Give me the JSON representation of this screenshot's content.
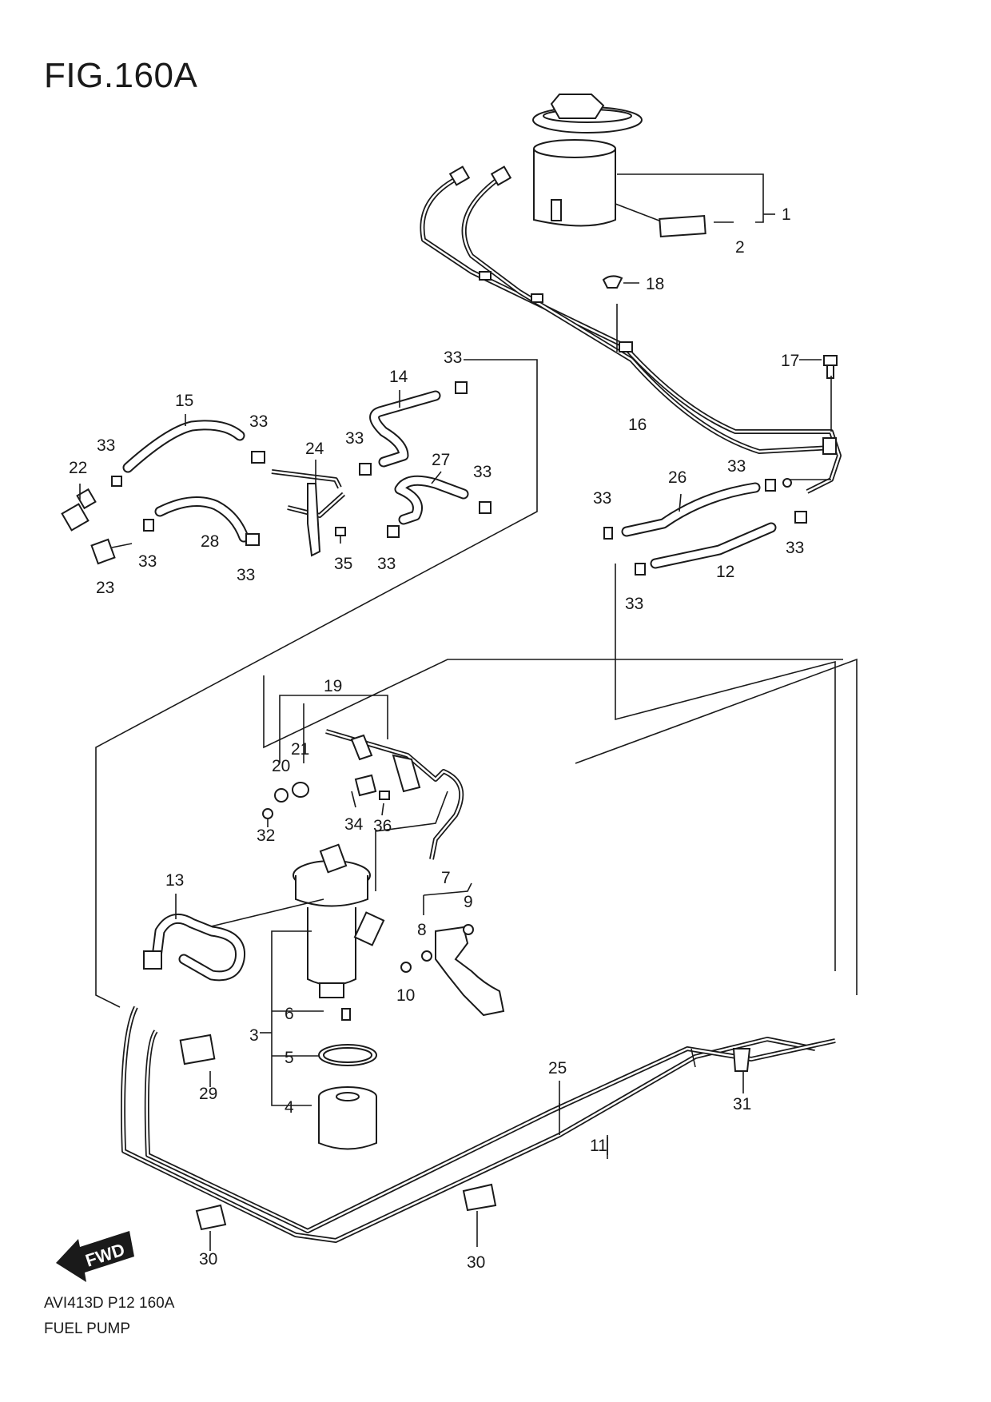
{
  "figure_title": "FIG.160A",
  "footer": {
    "code": "AVI413D P12 160A",
    "name": "FUEL PUMP"
  },
  "fwd_label": "FWD",
  "callouts": [
    {
      "id": "c1",
      "text": "1"
    },
    {
      "id": "c2",
      "text": "2"
    },
    {
      "id": "c3",
      "text": "3"
    },
    {
      "id": "c4",
      "text": "4"
    },
    {
      "id": "c5",
      "text": "5"
    },
    {
      "id": "c6",
      "text": "6"
    },
    {
      "id": "c7",
      "text": "7"
    },
    {
      "id": "c8",
      "text": "8"
    },
    {
      "id": "c9",
      "text": "9"
    },
    {
      "id": "c10",
      "text": "10"
    },
    {
      "id": "c11",
      "text": "11"
    },
    {
      "id": "c12",
      "text": "12"
    },
    {
      "id": "c13",
      "text": "13"
    },
    {
      "id": "c14",
      "text": "14"
    },
    {
      "id": "c15",
      "text": "15"
    },
    {
      "id": "c16",
      "text": "16"
    },
    {
      "id": "c17",
      "text": "17"
    },
    {
      "id": "c18",
      "text": "18"
    },
    {
      "id": "c19",
      "text": "19"
    },
    {
      "id": "c20",
      "text": "20"
    },
    {
      "id": "c21",
      "text": "21"
    },
    {
      "id": "c22",
      "text": "22"
    },
    {
      "id": "c23",
      "text": "23"
    },
    {
      "id": "c24",
      "text": "24"
    },
    {
      "id": "c25",
      "text": "25"
    },
    {
      "id": "c26",
      "text": "26"
    },
    {
      "id": "c27",
      "text": "27"
    },
    {
      "id": "c28",
      "text": "28"
    },
    {
      "id": "c29",
      "text": "29"
    },
    {
      "id": "c30a",
      "text": "30"
    },
    {
      "id": "c30b",
      "text": "30"
    },
    {
      "id": "c31",
      "text": "31"
    },
    {
      "id": "c32",
      "text": "32"
    },
    {
      "id": "c33a",
      "text": "33"
    },
    {
      "id": "c33b",
      "text": "33"
    },
    {
      "id": "c33c",
      "text": "33"
    },
    {
      "id": "c33d",
      "text": "33"
    },
    {
      "id": "c33e",
      "text": "33"
    },
    {
      "id": "c33f",
      "text": "33"
    },
    {
      "id": "c33g",
      "text": "33"
    },
    {
      "id": "c33h",
      "text": "33"
    },
    {
      "id": "c33i",
      "text": "33"
    },
    {
      "id": "c33j",
      "text": "33"
    },
    {
      "id": "c33k",
      "text": "33"
    },
    {
      "id": "c33l",
      "text": "33"
    },
    {
      "id": "c34",
      "text": "34"
    },
    {
      "id": "c35",
      "text": "35"
    },
    {
      "id": "c36",
      "text": "36"
    }
  ]
}
